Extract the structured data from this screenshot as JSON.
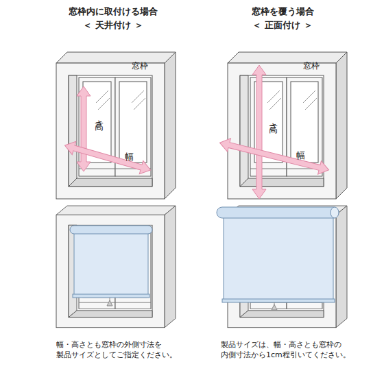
{
  "diagram": {
    "labels": [
      "窓枠内に取付ける場合",
      "＜ 天井付け ＞",
      "窓枠を覆う場合",
      "＜ 正面付け ＞",
      "窓枠",
      "高さ",
      "幅",
      "窓枠",
      "高さ",
      "幅",
      "幅・高さとも窓枠の外側寸法を 製品サイズとしてご指定ください。",
      "製品サイズは、幅・高さとも窓枠の 内側寸法から1cm程引いてください。"
    ]
  }
}
